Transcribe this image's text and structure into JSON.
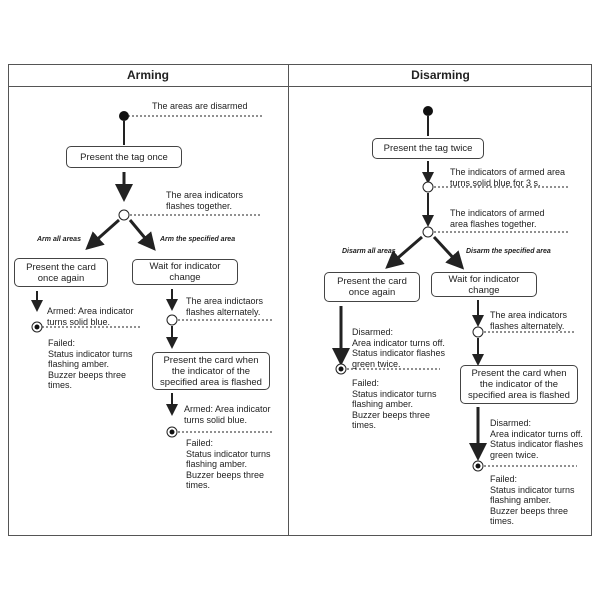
{
  "arming": {
    "title": "Arming",
    "start_note": "The areas are disarmed",
    "step1": "Present the tag once",
    "note_flash_together": "The area indicators\nflashes together.",
    "branch_all": "Arm all areas",
    "branch_specified": "Arm the specified area",
    "box_present_card": "Present the card\nonce again",
    "box_wait": "Wait for indicator\nchange",
    "note_alternate": "The area indictaors\nflashes alternately.",
    "armed_all": "Armed: Area indicator\nturns solid blue.",
    "failed_all": "Failed:\nStatus indicator turns\nflashing amber.\nBuzzer beeps three\ntimes.",
    "box_present_flashed": "Present the card when\nthe indicator of the\nspecified area is flashed",
    "armed_specified": "Armed: Area indicator\nturns solid blue.",
    "failed_specified": "Failed:\nStatus indicator turns\nflashing amber.\nBuzzer beeps three\ntimes."
  },
  "disarming": {
    "title": "Disarming",
    "step1": "Present the tag twice",
    "note_solid": "The indicators of armed area\nturns solid blue for 3 s.",
    "note_flash_together": "The indicators of armed\narea flashes together.",
    "branch_all": "Disarm all areas",
    "branch_specified": "Disarm the specified area",
    "box_present_card": "Present the card\nonce again",
    "box_wait": "Wait for indicator\nchange",
    "note_alternate": "The area indicators\nflashes alternately.",
    "disarmed_all": "Disarmed:\nArea indicator turns off.\nStatus indicator flashes\ngreen twice.",
    "failed_all": "Failed:\nStatus indicator turns\nflashing amber.\nBuzzer beeps three\ntimes.",
    "box_present_flashed": "Present the card when\nthe indicator of the\nspecified area is flashed",
    "disarmed_specified": "Disarmed:\nArea indicator turns off.\nStatus indicator flashes\ngreen twice.",
    "failed_specified": "Failed:\nStatus indicator turns\nflashing amber.\nBuzzer beeps three\ntimes."
  }
}
